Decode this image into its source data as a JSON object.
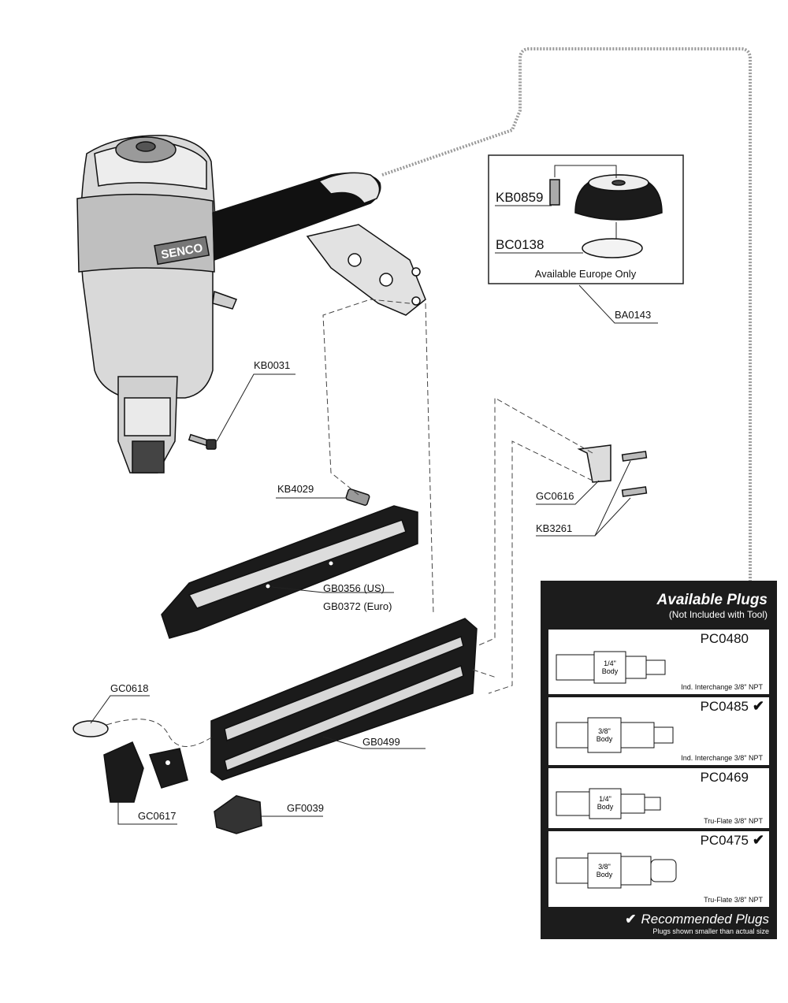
{
  "parts": {
    "kb0859": "KB0859",
    "bc0138": "BC0138",
    "europe_note": "Available Europe Only",
    "ba0143": "BA0143",
    "kb0031": "KB0031",
    "kb4029": "KB4029",
    "gc0616": "GC0616",
    "kb3261": "KB3261",
    "gb0356": "GB0356 (US)",
    "gb0372": "GB0372 (Euro)",
    "gc0618": "GC0618",
    "gb0499": "GB0499",
    "gc0617": "GC0617",
    "gf0039": "GF0039",
    "brand": "SENCO"
  },
  "plugs": {
    "title": "Available Plugs",
    "subtitle": "(Not Included with Tool)",
    "items": [
      {
        "code": "PC0480",
        "recommended": false,
        "size": "1/4\"",
        "body": "Body",
        "desc": "Ind. Interchange 3/8\" NPT"
      },
      {
        "code": "PC0485",
        "recommended": true,
        "size": "3/8\"",
        "body": "Body",
        "desc": "Ind. Interchange 3/8\" NPT"
      },
      {
        "code": "PC0469",
        "recommended": false,
        "size": "1/4\"",
        "body": "Body",
        "desc": "Tru-Flate 3/8\" NPT"
      },
      {
        "code": "PC0475",
        "recommended": true,
        "size": "3/8\"",
        "body": "Body",
        "desc": "Tru-Flate 3/8\" NPT"
      }
    ],
    "check_mark": "✔",
    "recommended_label": "Recommended Plugs",
    "note": "Plugs shown smaller than actual size"
  }
}
